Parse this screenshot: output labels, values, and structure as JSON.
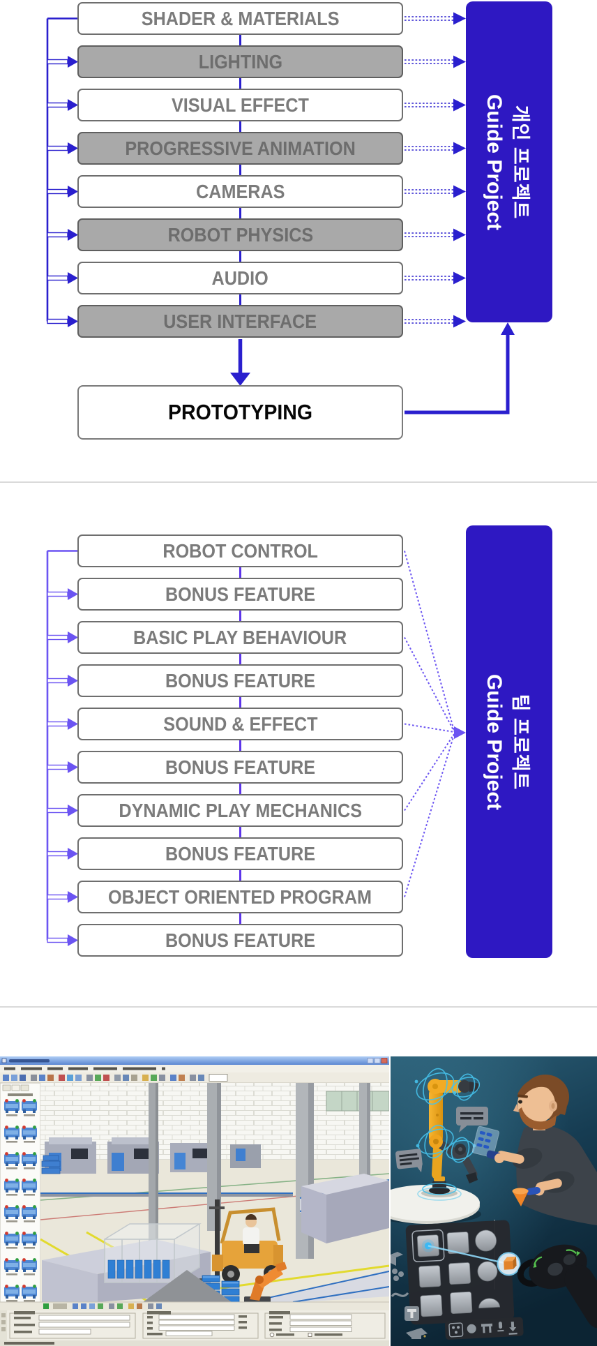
{
  "colors": {
    "accent_blue": "#2a1fce",
    "panel_blue": "#2e18c2",
    "accent_violet": "#6b54f2",
    "gray_box_bg": "#a9a9a9",
    "box_border": "#6e6e6e",
    "box_text": "#7b7b7b",
    "divider": "#dadada"
  },
  "personal_project": {
    "modules": [
      {
        "label": "SHADER & MATERIALS",
        "variant": "white"
      },
      {
        "label": "LIGHTING",
        "variant": "gray"
      },
      {
        "label": "VISUAL EFFECT",
        "variant": "white"
      },
      {
        "label": "PROGRESSIVE ANIMATION",
        "variant": "gray"
      },
      {
        "label": "CAMERAS",
        "variant": "white"
      },
      {
        "label": "ROBOT PHYSICS",
        "variant": "gray"
      },
      {
        "label": "AUDIO",
        "variant": "white"
      },
      {
        "label": "USER INTERFACE",
        "variant": "gray"
      }
    ],
    "prototyping": "PROTOTYPING",
    "panel": {
      "korean": "개인 프로젝트",
      "english": "Guide Project"
    }
  },
  "team_project": {
    "modules": [
      "ROBOT CONTROL",
      "BONUS FEATURE",
      "BASIC PLAY BEHAVIOUR",
      "BONUS FEATURE",
      "SOUND & EFFECT",
      "BONUS FEATURE",
      "DYNAMIC PLAY MECHANICS",
      "BONUS FEATURE",
      "OBJECT ORIENTED PROGRAM",
      "BONUS FEATURE"
    ],
    "panel": {
      "korean": "팀 프로젝트",
      "english": "Guide Project"
    }
  },
  "icons": {
    "left_image": "factory-simulation-screenshot",
    "right_image": "vr-robot-interaction-illustration"
  }
}
